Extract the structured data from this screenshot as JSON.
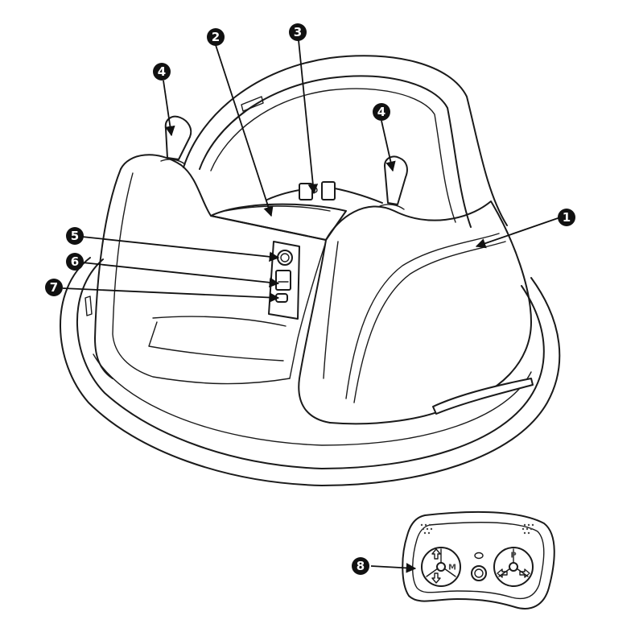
{
  "callouts": [
    {
      "id": "1",
      "label": "1"
    },
    {
      "id": "2",
      "label": "2"
    },
    {
      "id": "3",
      "label": "3"
    },
    {
      "id": "4a",
      "label": "4"
    },
    {
      "id": "4b",
      "label": "4"
    },
    {
      "id": "5",
      "label": "5"
    },
    {
      "id": "6",
      "label": "6"
    },
    {
      "id": "7",
      "label": "7"
    },
    {
      "id": "8",
      "label": "8"
    }
  ],
  "remote": {
    "mode_button_letter": "M",
    "park_button_letter": "P"
  }
}
